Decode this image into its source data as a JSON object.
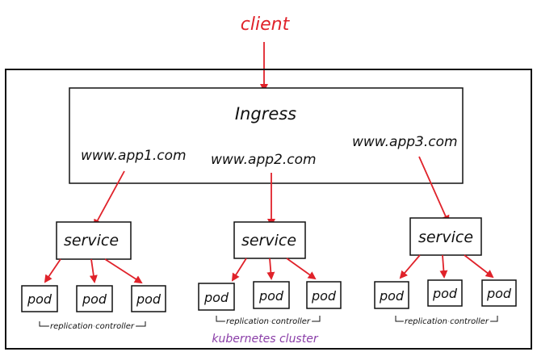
{
  "client": {
    "label": "client"
  },
  "ingress": {
    "label": "Ingress",
    "hosts": [
      "www.app1.com",
      "www.app2.com",
      "www.app3.com"
    ]
  },
  "groups": [
    {
      "service": "service",
      "pods": [
        "pod",
        "pod",
        "pod"
      ],
      "controller": "replication controller"
    },
    {
      "service": "service",
      "pods": [
        "pod",
        "pod",
        "pod"
      ],
      "controller": "replication controller"
    },
    {
      "service": "service",
      "pods": [
        "pod",
        "pod",
        "pod"
      ],
      "controller": "replication controller"
    }
  ],
  "cluster": {
    "label": "kubernetes cluster"
  },
  "colors": {
    "arrow": "#e0222a",
    "client": "#e0222a",
    "cluster_label": "#8a3ea8",
    "stroke": "#111111"
  }
}
